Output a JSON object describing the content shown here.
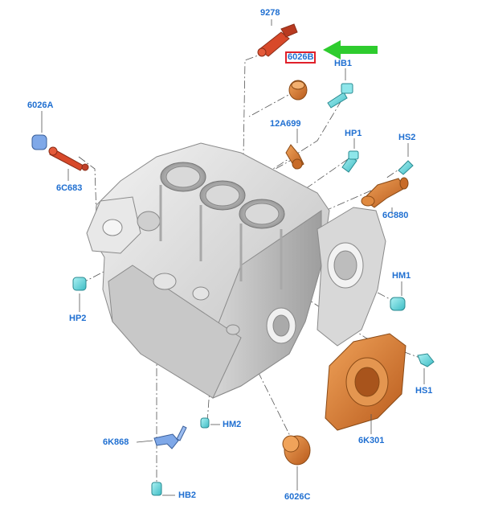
{
  "diagram": {
    "colors": {
      "label": "#1f6fd1",
      "highlight_box": "#e0202a",
      "arrow": "#2ecc2e",
      "part_orange": "#d9772e",
      "part_red": "#d8492a",
      "part_cyan": "#5fd7dc",
      "part_blue": "#6f9de0",
      "block_gray": "#dcdcdc"
    },
    "labels": {
      "p9278": "9278",
      "p6026B": "6026B",
      "pHB1": "HB1",
      "p6026A": "6026A",
      "p12A699": "12A699",
      "pHP1": "HP1",
      "pHS2": "HS2",
      "p6C683": "6C683",
      "p6C880": "6C880",
      "pHM1": "HM1",
      "pHP2": "HP2",
      "pHS1": "HS1",
      "pHM2": "HM2",
      "p6K301": "6K301",
      "p6K868": "6K868",
      "pHB2": "HB2",
      "p6026C": "6026C"
    },
    "highlighted_part": "6026B",
    "pointer": "green-arrow"
  }
}
